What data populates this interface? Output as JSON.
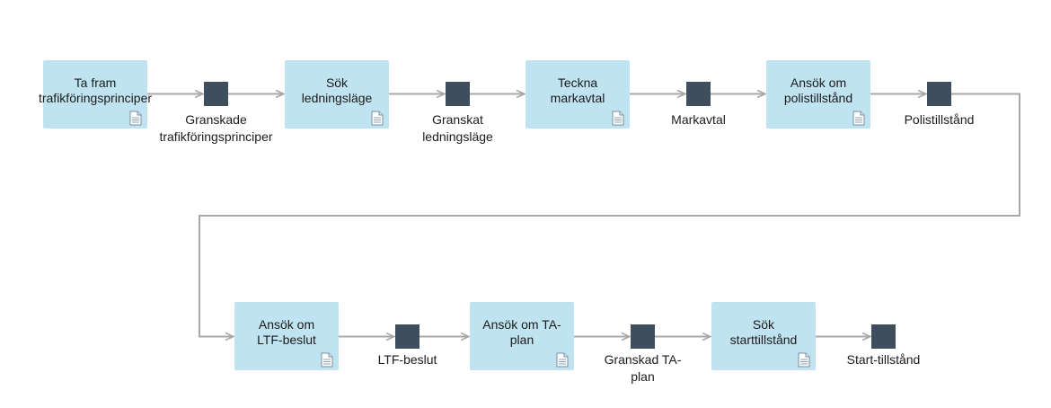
{
  "colors": {
    "process_fill": "#bfe3f0",
    "deliverable_fill": "#3f4e5c",
    "connector": "#a8a8a8"
  },
  "icons": {
    "process_attachment": "document-icon"
  },
  "rows": [
    {
      "steps": [
        {
          "process": "Ta fram\ntrafikföringsprinciper",
          "deliverable": "Granskade\ntrafikföringsprinciper"
        },
        {
          "process": "Sök\nledningsläge",
          "deliverable": "Granskat\nledningsläge"
        },
        {
          "process": "Teckna\nmarkavtal",
          "deliverable": "Markavtal"
        },
        {
          "process": "Ansök om\npolistillstånd",
          "deliverable": "Polistillstånd"
        }
      ]
    },
    {
      "steps": [
        {
          "process": "Ansök om\nLTF-beslut",
          "deliverable": "LTF-beslut"
        },
        {
          "process": "Ansök om TA-\nplan",
          "deliverable": "Granskad TA-\nplan"
        },
        {
          "process": "Sök\nstarttillstånd",
          "deliverable": "Start-tillstånd"
        }
      ]
    }
  ]
}
